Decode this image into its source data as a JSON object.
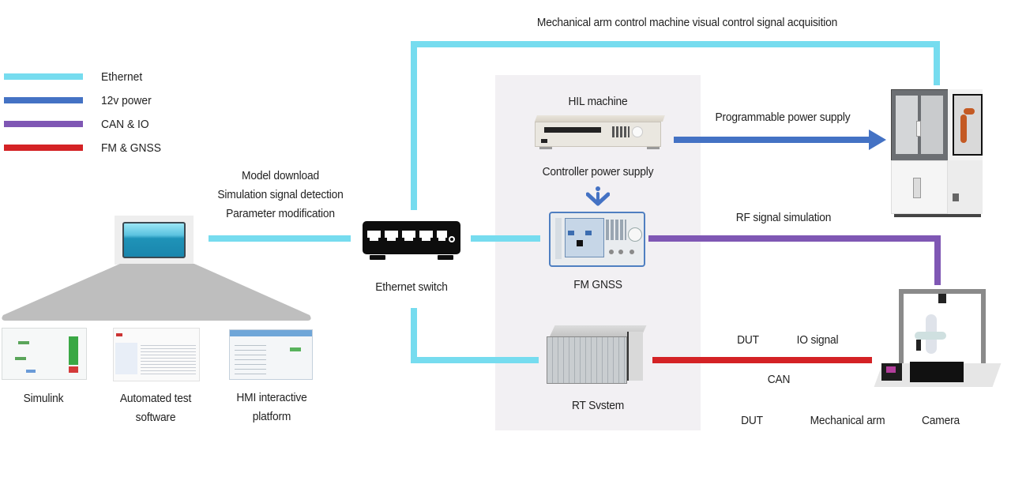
{
  "colors": {
    "ethernet": "#76dcef",
    "power_12v": "#4472c4",
    "can_io": "#7f57b4",
    "fm_gnss": "#d42225",
    "panel_bg": "#f2f0f3"
  },
  "legend": [
    {
      "label": "Ethernet",
      "color_key": "ethernet"
    },
    {
      "label": "12v power",
      "color_key": "power_12v"
    },
    {
      "label": "CAN & IO",
      "color_key": "can_io"
    },
    {
      "label": "FM & GNSS",
      "color_key": "fm_gnss"
    }
  ],
  "top_label": "Mechanical arm control machine visual control signal acquisition",
  "pc_link_labels": [
    "Model download",
    "Simulation signal detection",
    "Parameter modification"
  ],
  "software": [
    {
      "label_lines": [
        "Simulink"
      ]
    },
    {
      "label_lines": [
        "Automated test",
        "software"
      ]
    },
    {
      "label_lines": [
        "HMI interactive",
        "platform"
      ]
    }
  ],
  "switch_label": "Ethernet switch",
  "panel": {
    "hil_title": "HIL machine",
    "power_supply_label": "Controller power supply",
    "fm_gnss_label": "FM GNSS",
    "rt_system_label": "RT Svstem"
  },
  "links": {
    "programmable_power": "Programmable power supply",
    "rf_signal": "RF signal simulation",
    "dut_top": "DUT",
    "io_signal": "IO signal",
    "can": "CAN"
  },
  "bottom_labels": {
    "dut": "DUT",
    "mechanical_arm": "Mechanical arm",
    "camera": "Camera"
  }
}
